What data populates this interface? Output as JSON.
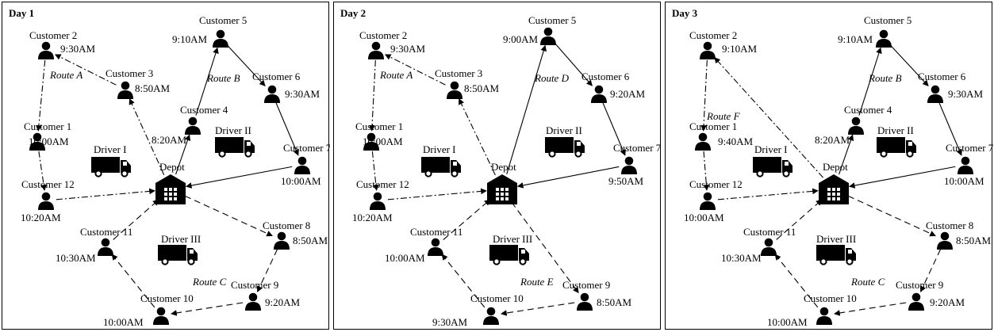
{
  "diagram": {
    "depot_label": "Depot",
    "panels": [
      {
        "title": "Day 1",
        "customers": [
          {
            "label": "Customer 2",
            "time": "9:30AM"
          },
          {
            "label": "Customer 3",
            "time": "8:50AM"
          },
          {
            "label": "Customer 1",
            "time": "10:00AM"
          },
          {
            "label": "Customer 12",
            "time": "10:20AM"
          },
          {
            "label": "Customer 5",
            "time": "9:10AM"
          },
          {
            "label": "Customer 6",
            "time": "9:30AM"
          },
          {
            "label": "Customer 4",
            "time": "8:20AM"
          },
          {
            "label": "Customer 7",
            "time": "10:00AM"
          },
          {
            "label": "Customer 8",
            "time": "8:50AM"
          },
          {
            "label": "Customer 11",
            "time": "10:30AM"
          },
          {
            "label": "Customer 9",
            "time": "9:20AM"
          },
          {
            "label": "Customer 10",
            "time": "10:00AM"
          }
        ],
        "drivers": [
          "Driver I",
          "Driver II",
          "Driver III"
        ],
        "routes": [
          "Route A",
          "Route B",
          "Route C"
        ]
      },
      {
        "title": "Day 2",
        "customers": [
          {
            "label": "Customer 2",
            "time": "9:30AM"
          },
          {
            "label": "Customer 3",
            "time": "8:50AM"
          },
          {
            "label": "Customer 1",
            "time": "10:00AM"
          },
          {
            "label": "Customer 12",
            "time": "10:20AM"
          },
          {
            "label": "Customer 5",
            "time": "9:00AM"
          },
          {
            "label": "Customer 6",
            "time": "9:20AM"
          },
          {
            "label": "Customer 7",
            "time": "9:50AM"
          },
          {
            "label": "Customer 11",
            "time": "10:00AM"
          },
          {
            "label": "Customer 9",
            "time": "8:50AM"
          },
          {
            "label": "Customer 10",
            "time": "9:30AM"
          }
        ],
        "drivers": [
          "Driver I",
          "Driver II",
          "Driver III"
        ],
        "routes": [
          "Route A",
          "Route D",
          "Route E"
        ]
      },
      {
        "title": "Day 3",
        "customers": [
          {
            "label": "Customer 2",
            "time": "9:10AM"
          },
          {
            "label": "Customer 1",
            "time": "9:40AM"
          },
          {
            "label": "Customer 12",
            "time": "10:00AM"
          },
          {
            "label": "Customer 5",
            "time": "9:10AM"
          },
          {
            "label": "Customer 6",
            "time": "9:30AM"
          },
          {
            "label": "Customer 4",
            "time": "8:20AM"
          },
          {
            "label": "Customer 7",
            "time": "10:00AM"
          },
          {
            "label": "Customer 8",
            "time": "8:50AM"
          },
          {
            "label": "Customer 11",
            "time": "10:30AM"
          },
          {
            "label": "Customer 9",
            "time": "9:20AM"
          },
          {
            "label": "Customer 10",
            "time": "10:00AM"
          }
        ],
        "drivers": [
          "Driver I",
          "Driver II",
          "Driver III"
        ],
        "routes": [
          "Route F",
          "Route B",
          "Route C"
        ]
      }
    ]
  }
}
